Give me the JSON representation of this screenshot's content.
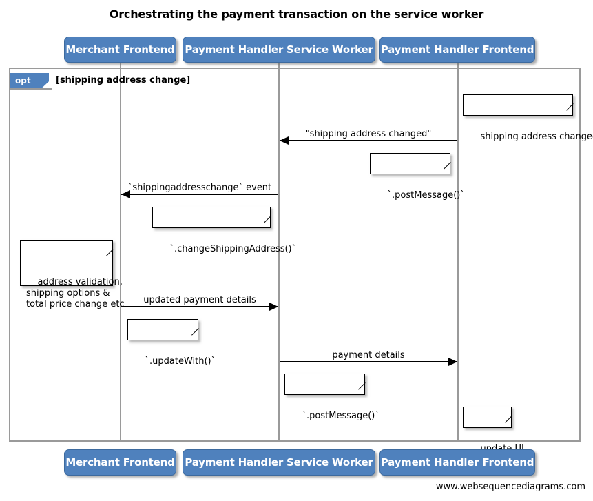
{
  "diagram": {
    "title": "Orchestrating the payment transaction on the service worker",
    "type": "uml-sequence-diagram",
    "credit": "www.websequencediagrams.com",
    "colors": {
      "actor_fill": "#4f81bd",
      "actor_text": "#ffffff",
      "lifeline": "#9a9a9a",
      "frame_border": "#9a9a9a",
      "message": "#000000",
      "note_fill": "#ffffff",
      "background": "#ffffff"
    }
  },
  "participants": [
    {
      "id": "merchant",
      "label": "Merchant Frontend"
    },
    {
      "id": "sw",
      "label": "Payment Handler Service Worker"
    },
    {
      "id": "phf",
      "label": "Payment Handler Frontend"
    }
  ],
  "fragment": {
    "kind": "opt",
    "tag_label": "opt",
    "guard": "[shipping address change]"
  },
  "messages": [
    {
      "id": "m1",
      "label": "\"shipping address changed\"",
      "from": "phf",
      "to": "sw",
      "direction": "left"
    },
    {
      "id": "m2",
      "label": "`shippingaddresschange` event",
      "from": "sw",
      "to": "merchant",
      "direction": "left"
    },
    {
      "id": "m3",
      "label": "updated payment details",
      "from": "merchant",
      "to": "sw",
      "direction": "right"
    },
    {
      "id": "m4",
      "label": "payment details",
      "from": "sw",
      "to": "phf",
      "direction": "right"
    }
  ],
  "notes": [
    {
      "id": "n1",
      "text": "shipping address changed",
      "over": "phf"
    },
    {
      "id": "n2",
      "text": "`.postMessage()`",
      "over": "phf"
    },
    {
      "id": "n3",
      "text": "`.changeShippingAddress()`",
      "over": "merchant"
    },
    {
      "id": "n4",
      "text": "address validation,\nshipping options &\ntotal price change etc",
      "over": "merchant"
    },
    {
      "id": "n5",
      "text": "`.updateWith()`",
      "over": "merchant"
    },
    {
      "id": "n6",
      "text": "`.postMessage()`",
      "over": "sw"
    },
    {
      "id": "n7",
      "text": "update UI",
      "over": "phf"
    }
  ]
}
